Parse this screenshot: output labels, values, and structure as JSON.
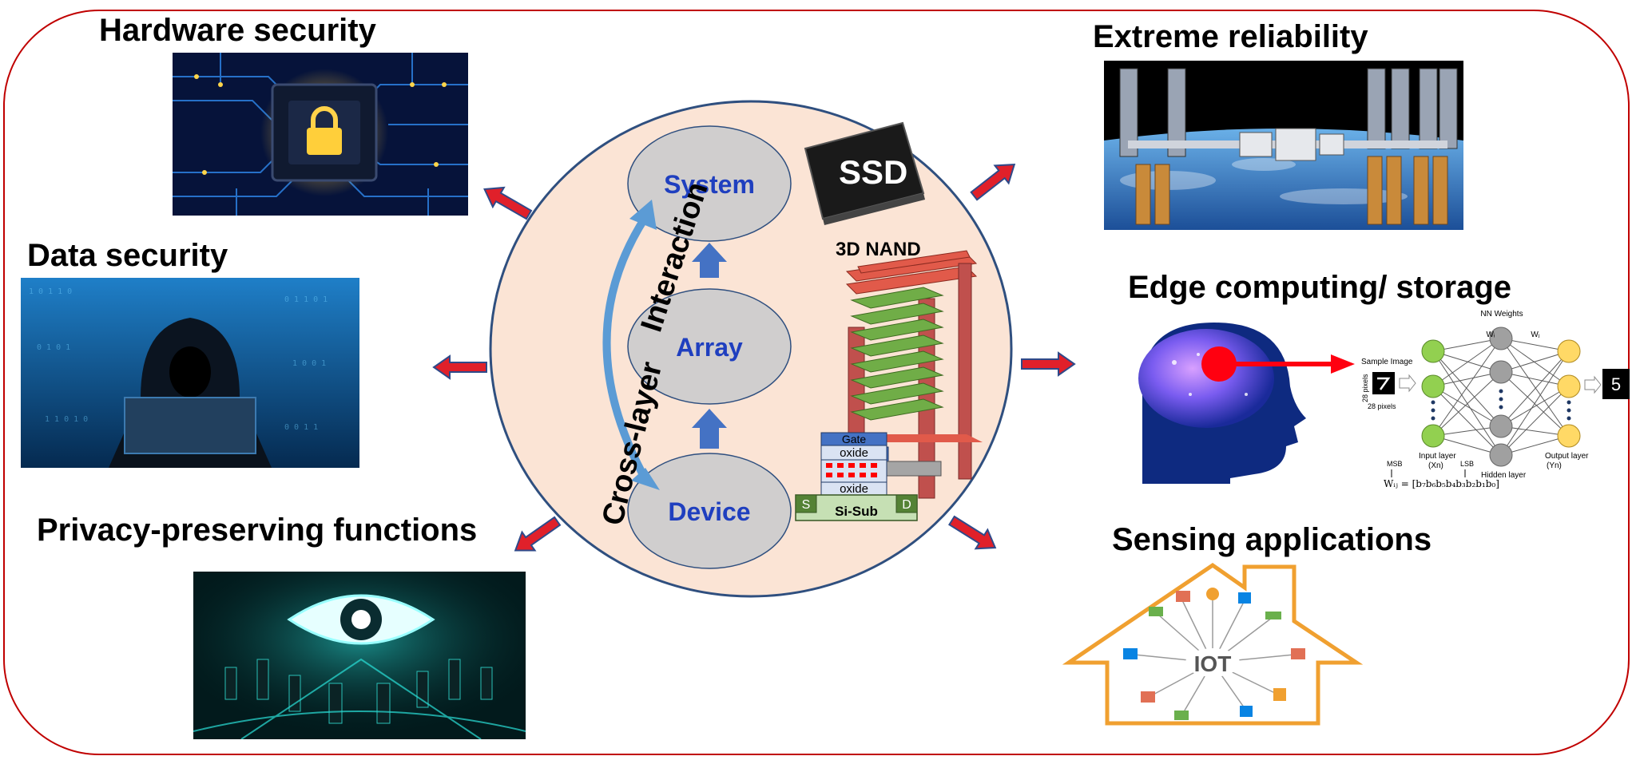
{
  "applications": {
    "hardware_security": "Hardware security",
    "data_security": "Data security",
    "privacy": "Privacy-preserving functions",
    "extreme_reliability": "Extreme reliability",
    "edge_computing": "Edge computing/ storage",
    "sensing": "Sensing applications"
  },
  "center": {
    "system": "System",
    "array": "Array",
    "device": "Device",
    "cross_layer": "Cross-layer",
    "interaction": "Interaction",
    "ssd": "SSD",
    "nand": "3D NAND",
    "gate": "Gate",
    "oxide_top": "oxide",
    "oxide_bottom": "oxide",
    "source": "S",
    "drain": "D",
    "substrate": "Si-Sub"
  },
  "nn": {
    "nn_weights": "NN Weights",
    "wi": "Wᵢ",
    "wj": "Wⱼ",
    "sample_image": "Sample Image",
    "pixels_v": "28 pixels",
    "pixels_h": "28 pixels",
    "input_layer": "Input layer",
    "input_sym": "(Xn)",
    "hidden_layer": "Hidden layer",
    "output_layer": "Output layer",
    "output_sym": "(Yn)",
    "msb": "MSB",
    "lsb": "LSB",
    "formula": "Wᵢⱼ = [b₇b₆b₅b₄b₃b₂b₁b₀]",
    "output_digit": "5"
  },
  "iot": {
    "label": "IOT"
  },
  "colors": {
    "frame": "#c00000",
    "arrow_fill": "#e0202a",
    "arrow_edge": "#2e4a8a",
    "circle_fill": "#fbe4d5",
    "circle_edge": "#2f4f7f",
    "node_text": "#1f3fbf",
    "curve": "#5b9bd5",
    "house": "#f0a030"
  }
}
